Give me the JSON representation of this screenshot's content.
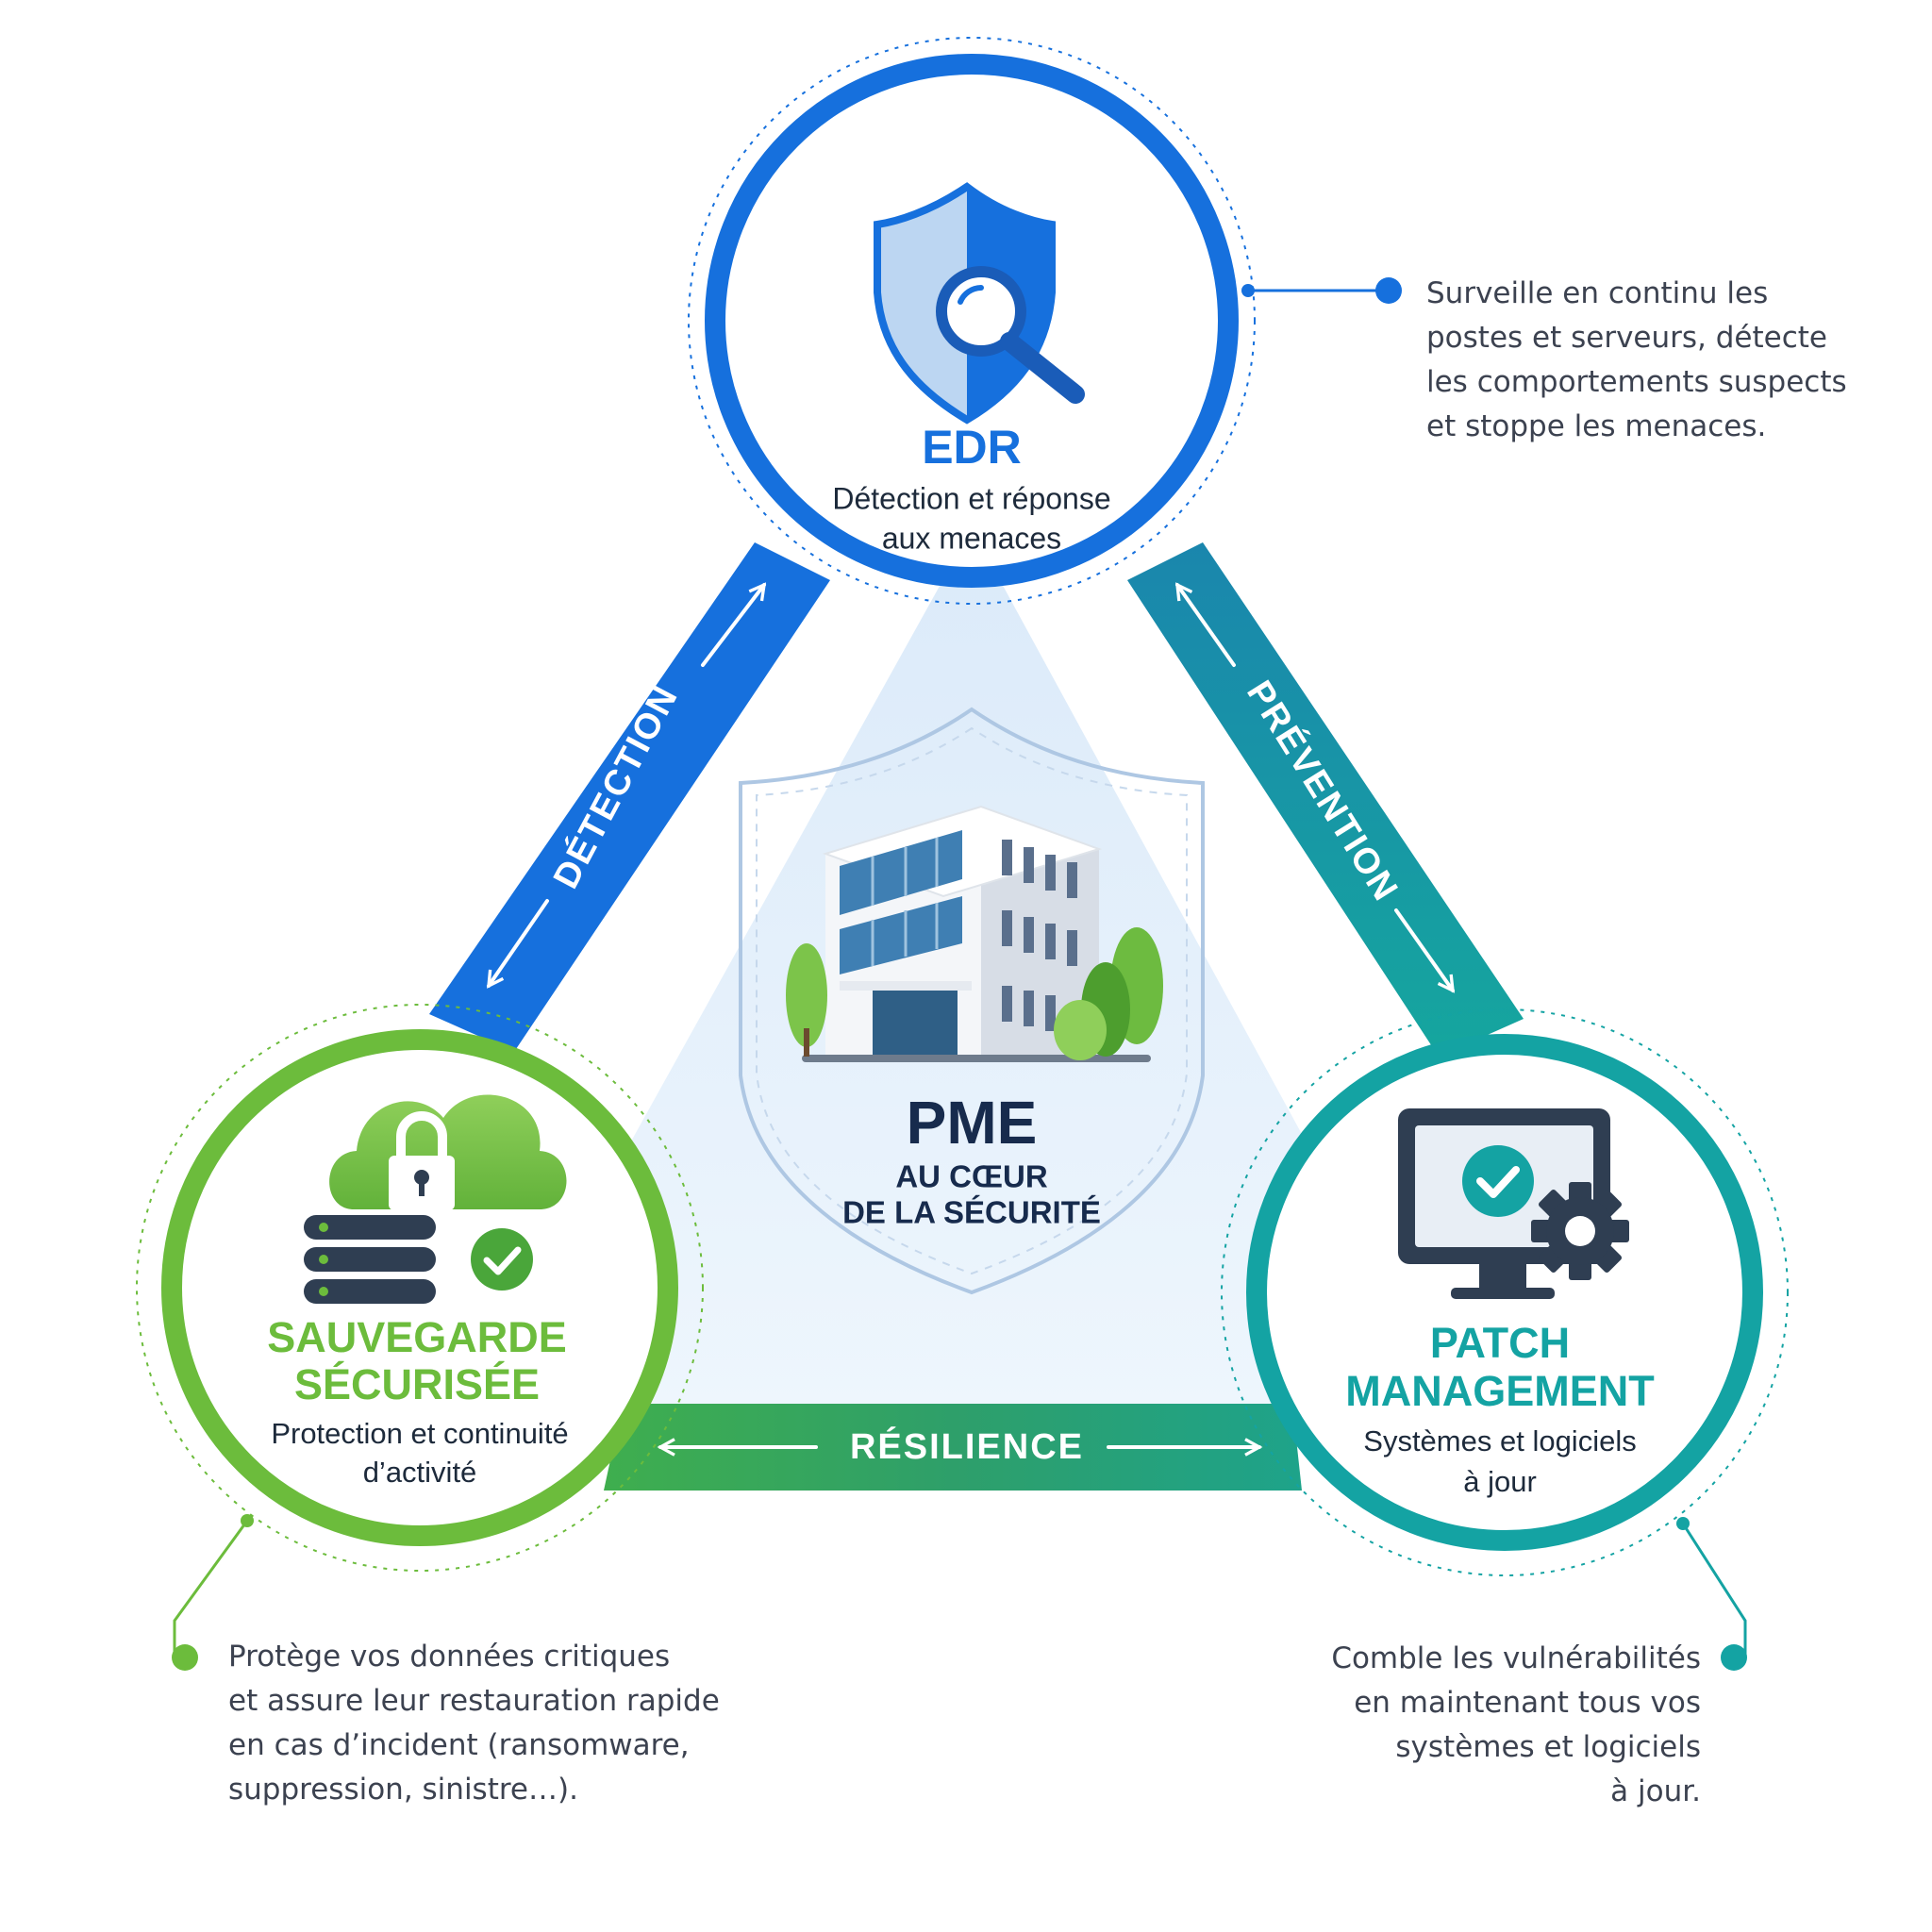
{
  "colors": {
    "blue": "#1670dd",
    "blue_light": "#bcd6f2",
    "teal": "#14a3a3",
    "teal_dark": "#1a8ca8",
    "green": "#6cbc3c",
    "green_band": "#2e9f6a",
    "navy": "#172b4d",
    "text": "#3c4250",
    "triangle_fill": "#e6f1fb",
    "monitor": "#2f3e52"
  },
  "edr": {
    "title": "EDR",
    "subtitle_lines": [
      "Détection et réponse",
      "aux menaces"
    ],
    "icon": "shield-search-icon",
    "description_lines": [
      "Surveille en continu les",
      "postes et serveurs, détecte",
      "les comportements suspects",
      "et stoppe les menaces."
    ]
  },
  "backup": {
    "title_lines": [
      "SAUVEGARDE",
      "SÉCURISÉE"
    ],
    "subtitle_lines": [
      "Protection et continuité",
      "d’activité"
    ],
    "icon": "cloud-lock-server-icon",
    "description_lines": [
      "Protège vos données critiques",
      "et assure leur restauration rapide",
      "en cas d’incident (ransomware,",
      "suppression, sinistre…)."
    ]
  },
  "patch": {
    "title_lines": [
      "PATCH",
      "MANAGEMENT"
    ],
    "subtitle_lines": [
      "Systèmes et logiciels",
      "à jour"
    ],
    "icon": "monitor-check-gear-icon",
    "description_lines": [
      "Comble les vulnérabilités",
      "en maintenant tous vos",
      "systèmes et logiciels",
      "à jour."
    ]
  },
  "center": {
    "title": "PME",
    "subtitle_lines": [
      "AU CŒUR",
      "DE LA SÉCURITÉ"
    ],
    "icon": "office-building-icon"
  },
  "links": {
    "detection": "DÉTECTION",
    "prevention": "PRÉVENTION",
    "resilience": "RÉSILIENCE"
  }
}
